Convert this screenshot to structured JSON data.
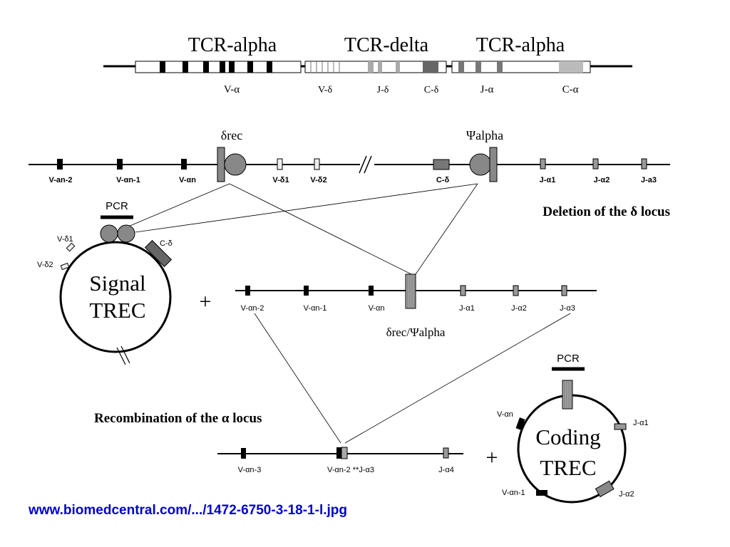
{
  "colors": {
    "line": "#000000",
    "gray_dark": "#555555",
    "gray_mid": "#8a8a8a",
    "gray_light": "#c8c8c8",
    "url": "#0000cc"
  },
  "top_locus": {
    "headers": [
      "TCR-alpha",
      "TCR-delta",
      "TCR-alpha"
    ],
    "labels": [
      "V-α",
      "V-δ",
      "J-δ",
      "C-δ",
      "J-α",
      "C-α"
    ]
  },
  "genomic": {
    "delta_rec": "δrec",
    "psi_alpha": "Ψalpha",
    "labels": [
      "V-an-2",
      "V-αn-1",
      "V-αn",
      "V-δ1",
      "V-δ2",
      "C-δ",
      "J-α1",
      "J-α2",
      "J-a3"
    ]
  },
  "deletion_title": "Deletion of the δ locus",
  "signal_trec": {
    "pcr": "PCR",
    "v_d1": "V-δ1",
    "v_d2": "V-δ2",
    "c_d": "C-δ",
    "line1": "Signal",
    "line2": "TREC"
  },
  "plus": "+",
  "middle_locus": {
    "labels": [
      "V-αn-2",
      "V-αn-1",
      "V-αn",
      "J-α1",
      "J-α2",
      "J-α3"
    ],
    "junction": "δrec/Ψalpha"
  },
  "recomb_title": "Recombination of the α locus",
  "bottom_locus": {
    "labels": [
      "V-αn-3",
      "V-αn-2 **J-α3",
      "J-α4"
    ]
  },
  "coding_trec": {
    "pcr": "PCR",
    "v_an": "V-αn",
    "j_a1": "J-α1",
    "v_an1": "V-αn-1",
    "j_a2": "J-α2",
    "line1": "Coding",
    "line2": "TREC"
  },
  "url": "www.biomedcentral.com/.../1472-6750-3-18-1-l.jpg"
}
